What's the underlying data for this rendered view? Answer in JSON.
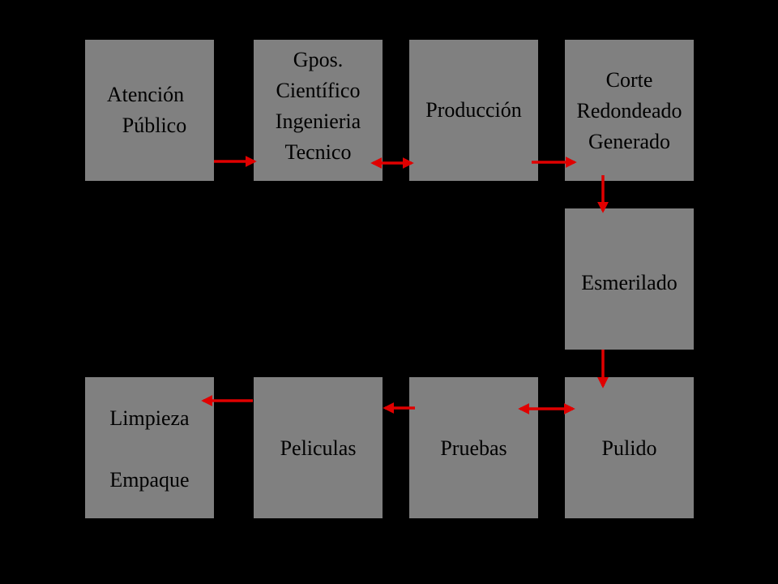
{
  "colors": {
    "background": "#000000",
    "box": "#808080",
    "text": "#000000",
    "arrow": "#e00000"
  },
  "boxes": {
    "atencion": [
      "Atención",
      "Público"
    ],
    "grupos": [
      "Gpos.",
      "Científico",
      "Ingenieria",
      "Tecnico"
    ],
    "produccion": [
      "Producción"
    ],
    "corte": [
      "Corte",
      "Redondeado",
      "Generado"
    ],
    "esmerilado": [
      "Esmerilado"
    ],
    "pulido": [
      "Pulido"
    ],
    "pruebas": [
      "Pruebas"
    ],
    "peliculas": [
      "Peliculas"
    ],
    "limpieza": [
      "Limpieza",
      "Empaque"
    ]
  }
}
